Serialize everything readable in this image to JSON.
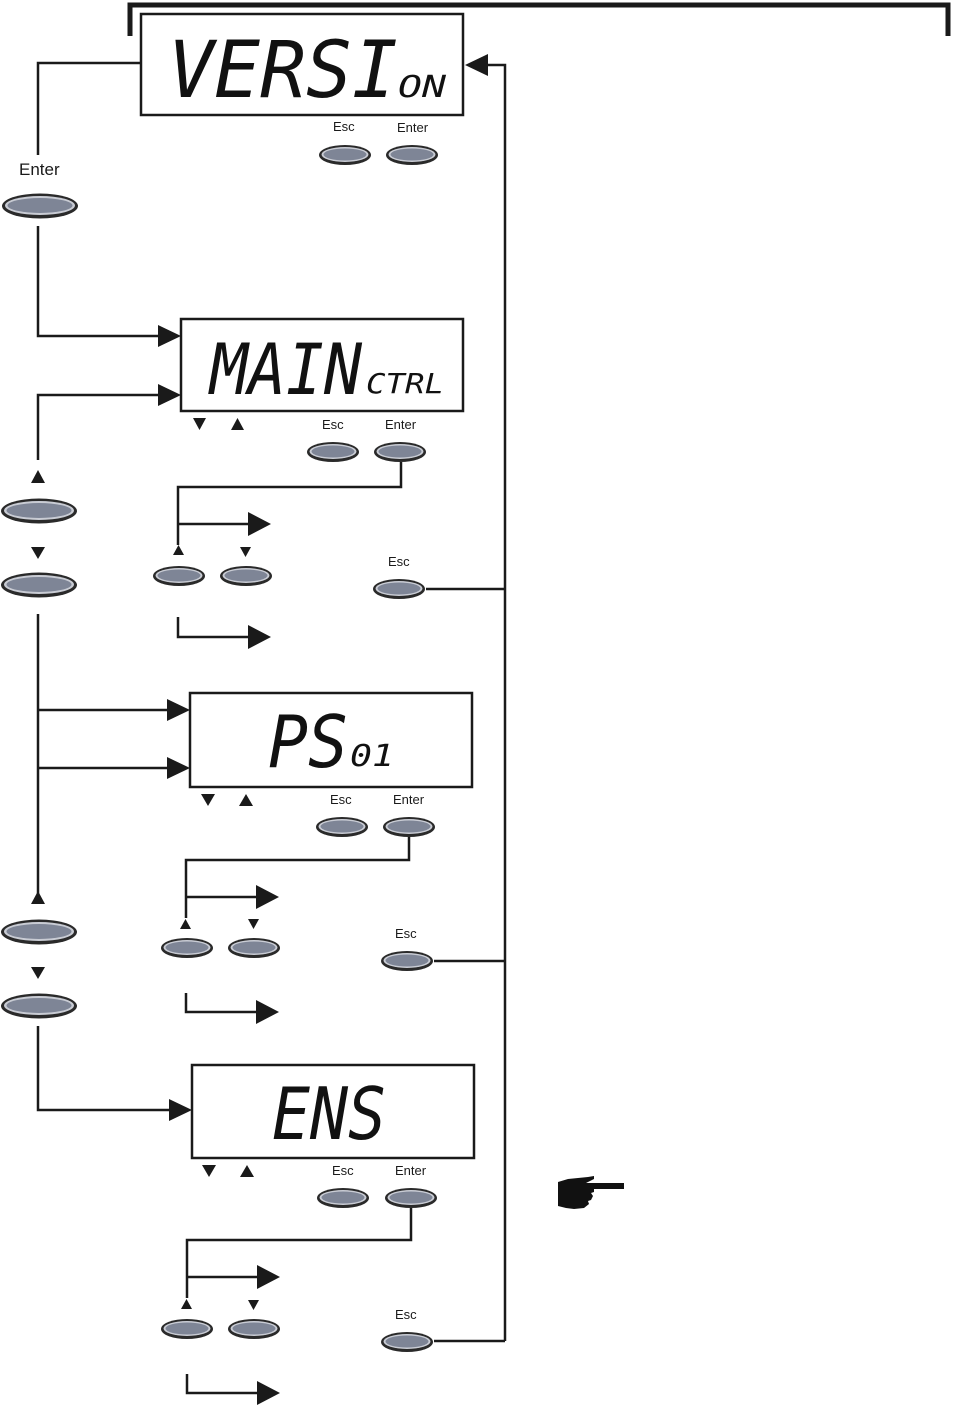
{
  "colors": {
    "line": "#1a1a1a",
    "button_fill": "#7e8596",
    "button_ring": "#c9ccd4",
    "display_border": "#1a1a1a"
  },
  "displays": [
    {
      "id": "version",
      "main_text": "VERSI",
      "sub_text": "ON"
    },
    {
      "id": "main-ctrl",
      "main_text": "MAIN",
      "sub_text": "CTRL"
    },
    {
      "id": "ps01",
      "main_text": "PS",
      "sub_text": "01"
    },
    {
      "id": "ens",
      "main_text": "ENS",
      "sub_text": ""
    }
  ],
  "labels": {
    "esc": "Esc",
    "enter": "Enter",
    "side_enter": "Enter",
    "up": "▲",
    "down": "▼"
  },
  "icons": {
    "note": "pointing-hand-icon"
  }
}
